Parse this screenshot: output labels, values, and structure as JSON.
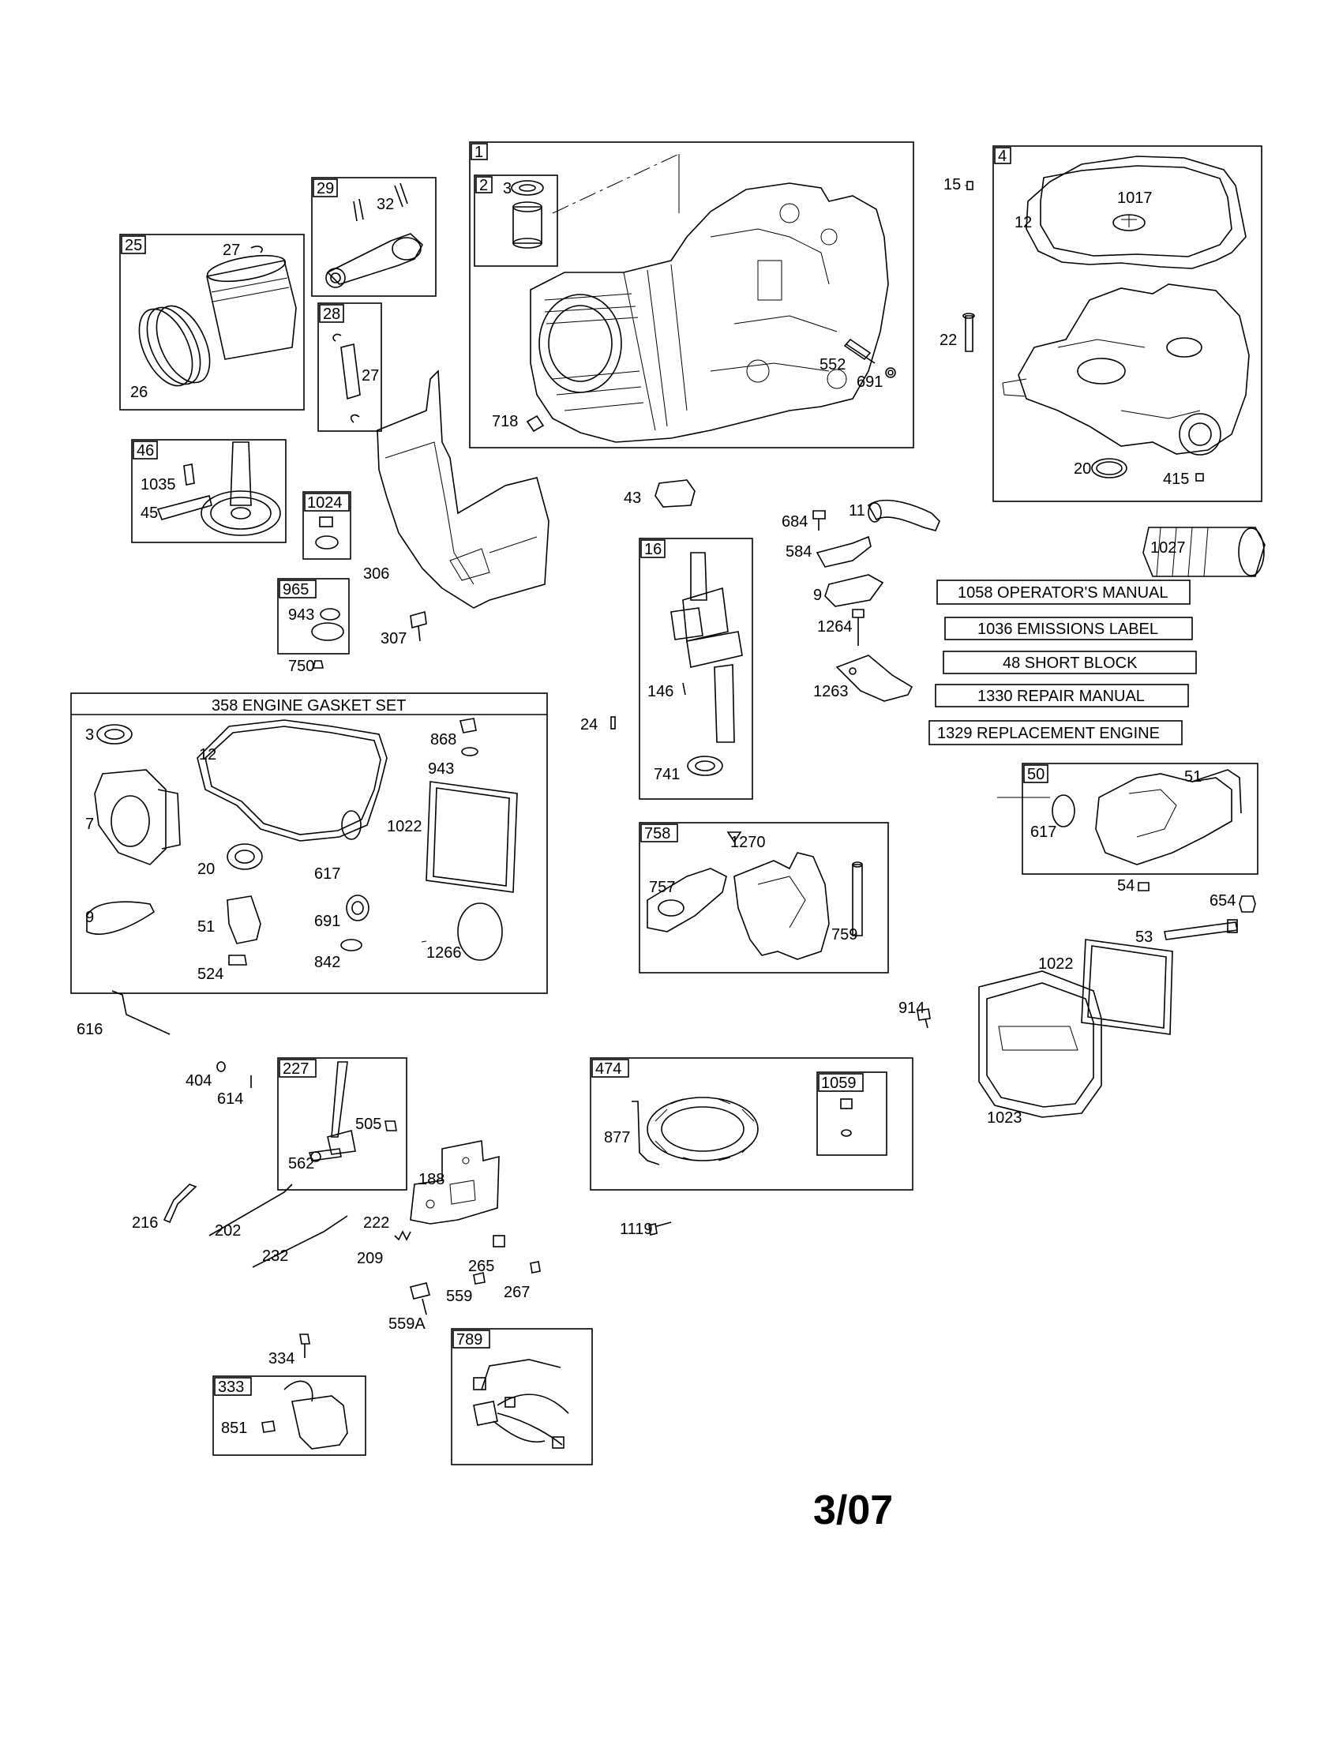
{
  "boxes": {
    "b1": "1",
    "b2": "2",
    "b4": "4",
    "b25": "25",
    "b28": "28",
    "b29": "29",
    "b46": "46",
    "b1024": "1024",
    "b965": "965",
    "b16": "16",
    "b50": "50",
    "b758": "758",
    "b227": "227",
    "b474": "474",
    "b1059": "1059",
    "b333": "333",
    "b789": "789"
  },
  "kit_labels": {
    "operators_manual": "1058 OPERATOR'S MANUAL",
    "emissions_label": "1036 EMISSIONS LABEL",
    "short_block": "48 SHORT BLOCK",
    "repair_manual": "1330 REPAIR MANUAL",
    "replacement_engine": "1329 REPLACEMENT ENGINE",
    "gasket_set": "358 ENGINE GASKET SET"
  },
  "callouts": {
    "c3a": "3",
    "c552": "552",
    "c691a": "691",
    "c718": "718",
    "c15": "15",
    "c1017": "1017",
    "c12a": "12",
    "c22": "22",
    "c20a": "20",
    "c415": "415",
    "c27a": "27",
    "c26": "26",
    "c32": "32",
    "c27b": "27",
    "c1035": "1035",
    "c45": "45",
    "c306": "306",
    "c307": "307",
    "c943a": "943",
    "c750": "750",
    "c43": "43",
    "c684": "684",
    "c11": "11",
    "c584": "584",
    "c9a": "9",
    "c1264": "1264",
    "c1263": "1263",
    "c1027": "1027",
    "c146": "146",
    "c741": "741",
    "c24": "24",
    "c3b": "3",
    "c12b": "12",
    "c7": "7",
    "c20b": "20",
    "c9b": "9",
    "c51a": "51",
    "c524": "524",
    "c868": "868",
    "c943b": "943",
    "c1022a": "1022",
    "c617a": "617",
    "c691b": "691",
    "c842": "842",
    "c1266": "1266",
    "c617b": "617",
    "c51b": "51",
    "c54": "54",
    "c654": "654",
    "c53": "53",
    "c1270": "1270",
    "c757": "757",
    "c759": "759",
    "c1022b": "1022",
    "c914": "914",
    "c1023": "1023",
    "c616": "616",
    "c404": "404",
    "c614": "614",
    "c505": "505",
    "c562": "562",
    "c188": "188",
    "c216": "216",
    "c202": "202",
    "c222": "222",
    "c232": "232",
    "c209": "209",
    "c265": "265",
    "c267": "267",
    "c559": "559",
    "c559a": "559A",
    "c877": "877",
    "c1119": "1119",
    "c334": "334",
    "c851": "851"
  },
  "date_code": "3/07"
}
